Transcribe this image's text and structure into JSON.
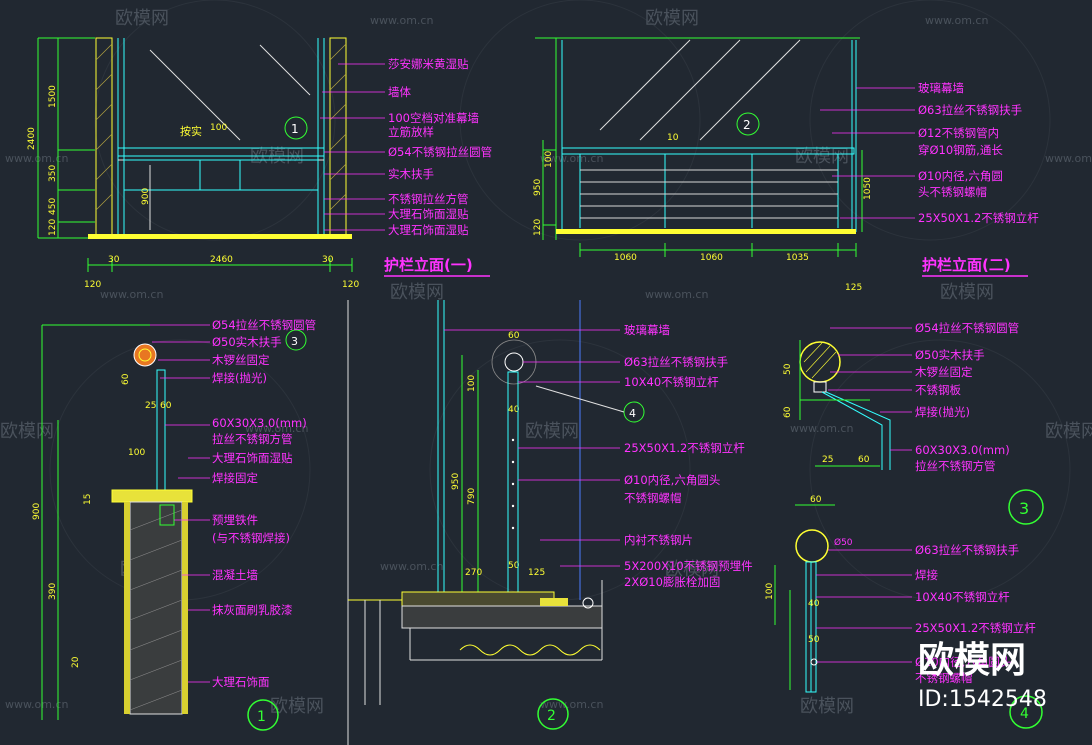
{
  "watermark": {
    "url": "www.om.cn",
    "brand": "欧模网"
  },
  "stamp": {
    "brand": "欧模网",
    "id": "ID:1542548"
  },
  "elev1": {
    "title": "护栏立面(一)",
    "marker": "1",
    "labels": [
      "莎安娜米黄湿贴",
      "墙体",
      "100空档对准幕墙",
      "立筋放样",
      "Ø54不锈钢拉丝圆管",
      "实木扶手",
      "不锈钢拉丝方管",
      "大理石饰面湿贴",
      "大理石饰面湿贴"
    ],
    "inner_label": "按实",
    "inner_mark": "100",
    "dims_left": [
      "2400",
      "1500",
      "350",
      "450",
      "120"
    ],
    "dims_bottom": [
      "120",
      "30",
      "2460",
      "30",
      "120"
    ],
    "dim_post": "900"
  },
  "elev2": {
    "title": "护栏立面(二)",
    "marker": "2",
    "labels": [
      "玻璃幕墙",
      "Ø63拉丝不锈钢扶手",
      "Ø12不锈钢管内",
      "穿Ø10钢筋,通长",
      "Ø10内径,六角圆",
      "头不锈钢螺帽",
      "25X50X1.2不锈钢立杆"
    ],
    "dims_left": [
      "950",
      "100",
      "120"
    ],
    "dim_right": "1050",
    "dims_bottom": [
      "1060",
      "1060",
      "1035",
      "125"
    ],
    "mark": "10"
  },
  "detail1": {
    "marker": "1",
    "ref": "3",
    "labels": [
      "Ø54拉丝不锈钢圆管",
      "Ø50实木扶手",
      "木锣丝固定",
      "焊接(抛光)",
      "60X30X3.0(mm)",
      "拉丝不锈钢方管",
      "大理石饰面湿贴",
      "焊接固定",
      "预埋铁件",
      "(与不锈钢焊接)",
      "混凝土墙",
      "抹灰面刷乳胶漆",
      "大理石饰面"
    ],
    "dims": [
      "60",
      "25",
      "60",
      "100",
      "900",
      "390",
      "15",
      "20"
    ]
  },
  "detail2": {
    "marker": "2",
    "ref": "4",
    "labels": [
      "玻璃幕墙",
      "Ø63拉丝不锈钢扶手",
      "10X40不锈钢立杆",
      "25X50X1.2不锈钢立杆",
      "Ø10内径,六角圆头",
      "不锈钢螺帽",
      "内衬不锈钢片",
      "5X200X10不锈钢预埋件",
      "2XØ10膨胀栓加固"
    ],
    "dims": [
      "60",
      "100",
      "950",
      "790",
      "40",
      "270",
      "125",
      "50"
    ]
  },
  "detail3": {
    "marker": "3",
    "labels": [
      "Ø54拉丝不锈钢圆管",
      "Ø50实木扶手",
      "木锣丝固定",
      "不锈钢板",
      "焊接(抛光)",
      "60X30X3.0(mm)",
      "拉丝不锈钢方管"
    ],
    "dims": [
      "50",
      "60",
      "25",
      "60"
    ]
  },
  "detail4": {
    "marker": "4",
    "labels": [
      "Ø63拉丝不锈钢扶手",
      "焊接",
      "10X40不锈钢立杆",
      "25X50X1.2不锈钢立杆",
      "Ø10内径,六角圆头",
      "不锈钢螺帽"
    ],
    "dims": [
      "60",
      "100",
      "40",
      "50",
      "Ø50"
    ]
  }
}
